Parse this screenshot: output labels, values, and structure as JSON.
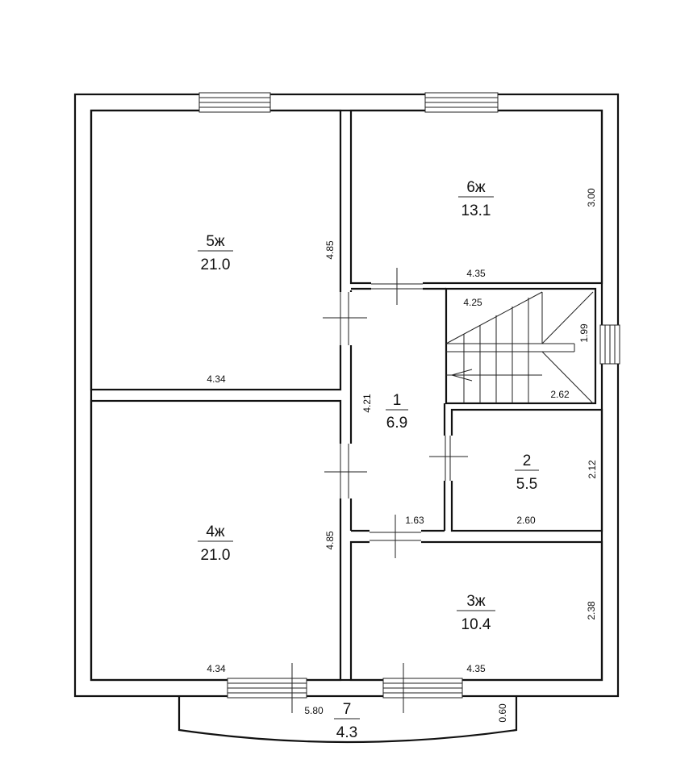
{
  "rooms": [
    {
      "id": "room-5",
      "number": "5ж",
      "area": "21.0",
      "dims": [
        "4.85",
        "4.34"
      ]
    },
    {
      "id": "room-6",
      "number": "6ж",
      "area": "13.1",
      "dims": [
        "3.00",
        "4.35"
      ]
    },
    {
      "id": "room-1",
      "number": "1",
      "area": "6.9",
      "dims": [
        "4.21",
        "1.63"
      ]
    },
    {
      "id": "room-stair",
      "dims": [
        "4.25",
        "1.99",
        "2.62"
      ]
    },
    {
      "id": "room-2",
      "number": "2",
      "area": "5.5",
      "dims": [
        "2.12",
        "2.60"
      ]
    },
    {
      "id": "room-4",
      "number": "4ж",
      "area": "21.0",
      "dims": [
        "4.85",
        "4.34"
      ]
    },
    {
      "id": "room-3",
      "number": "3ж",
      "area": "10.4",
      "dims": [
        "2.38",
        "4.35"
      ]
    },
    {
      "id": "room-7",
      "number": "7",
      "area": "4.3",
      "dims": [
        "5.80",
        "0.60"
      ]
    }
  ]
}
